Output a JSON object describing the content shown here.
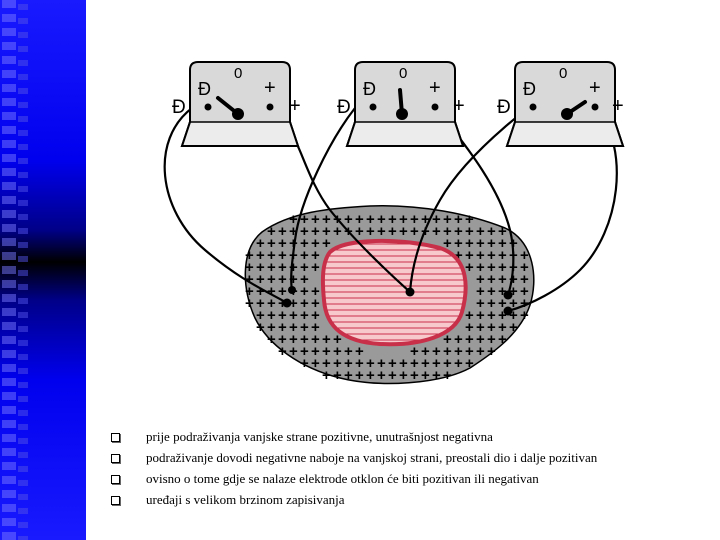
{
  "meters": [
    {
      "minus": "Đ",
      "zero": "0",
      "plus": "+",
      "left_terminal": "Đ",
      "right_terminal": "+"
    },
    {
      "minus": "Đ",
      "zero": "0",
      "plus": "+",
      "left_terminal": "Đ",
      "right_terminal": "+"
    },
    {
      "minus": "Đ",
      "zero": "0",
      "plus": "+",
      "left_terminal": "Đ",
      "right_terminal": "+"
    }
  ],
  "cell": {
    "outer_sign": "+",
    "colors": {
      "outer_fill": "#9a9a9a",
      "inner_fill": "#f7c8cc",
      "inner_stroke": "#c8304a"
    }
  },
  "bullets": [
    "prije podraživanja vanjske strane pozitivne, unutrašnjost negativna",
    "podraživanje dovodi negativne naboje na vanjskoj strani, preostali dio i dalje pozitivan",
    "ovisno o tome gdje se nalaze elektrode otklon će biti pozitivan ili negativan",
    "uređaji s velikom brzinom zapisivanja"
  ]
}
